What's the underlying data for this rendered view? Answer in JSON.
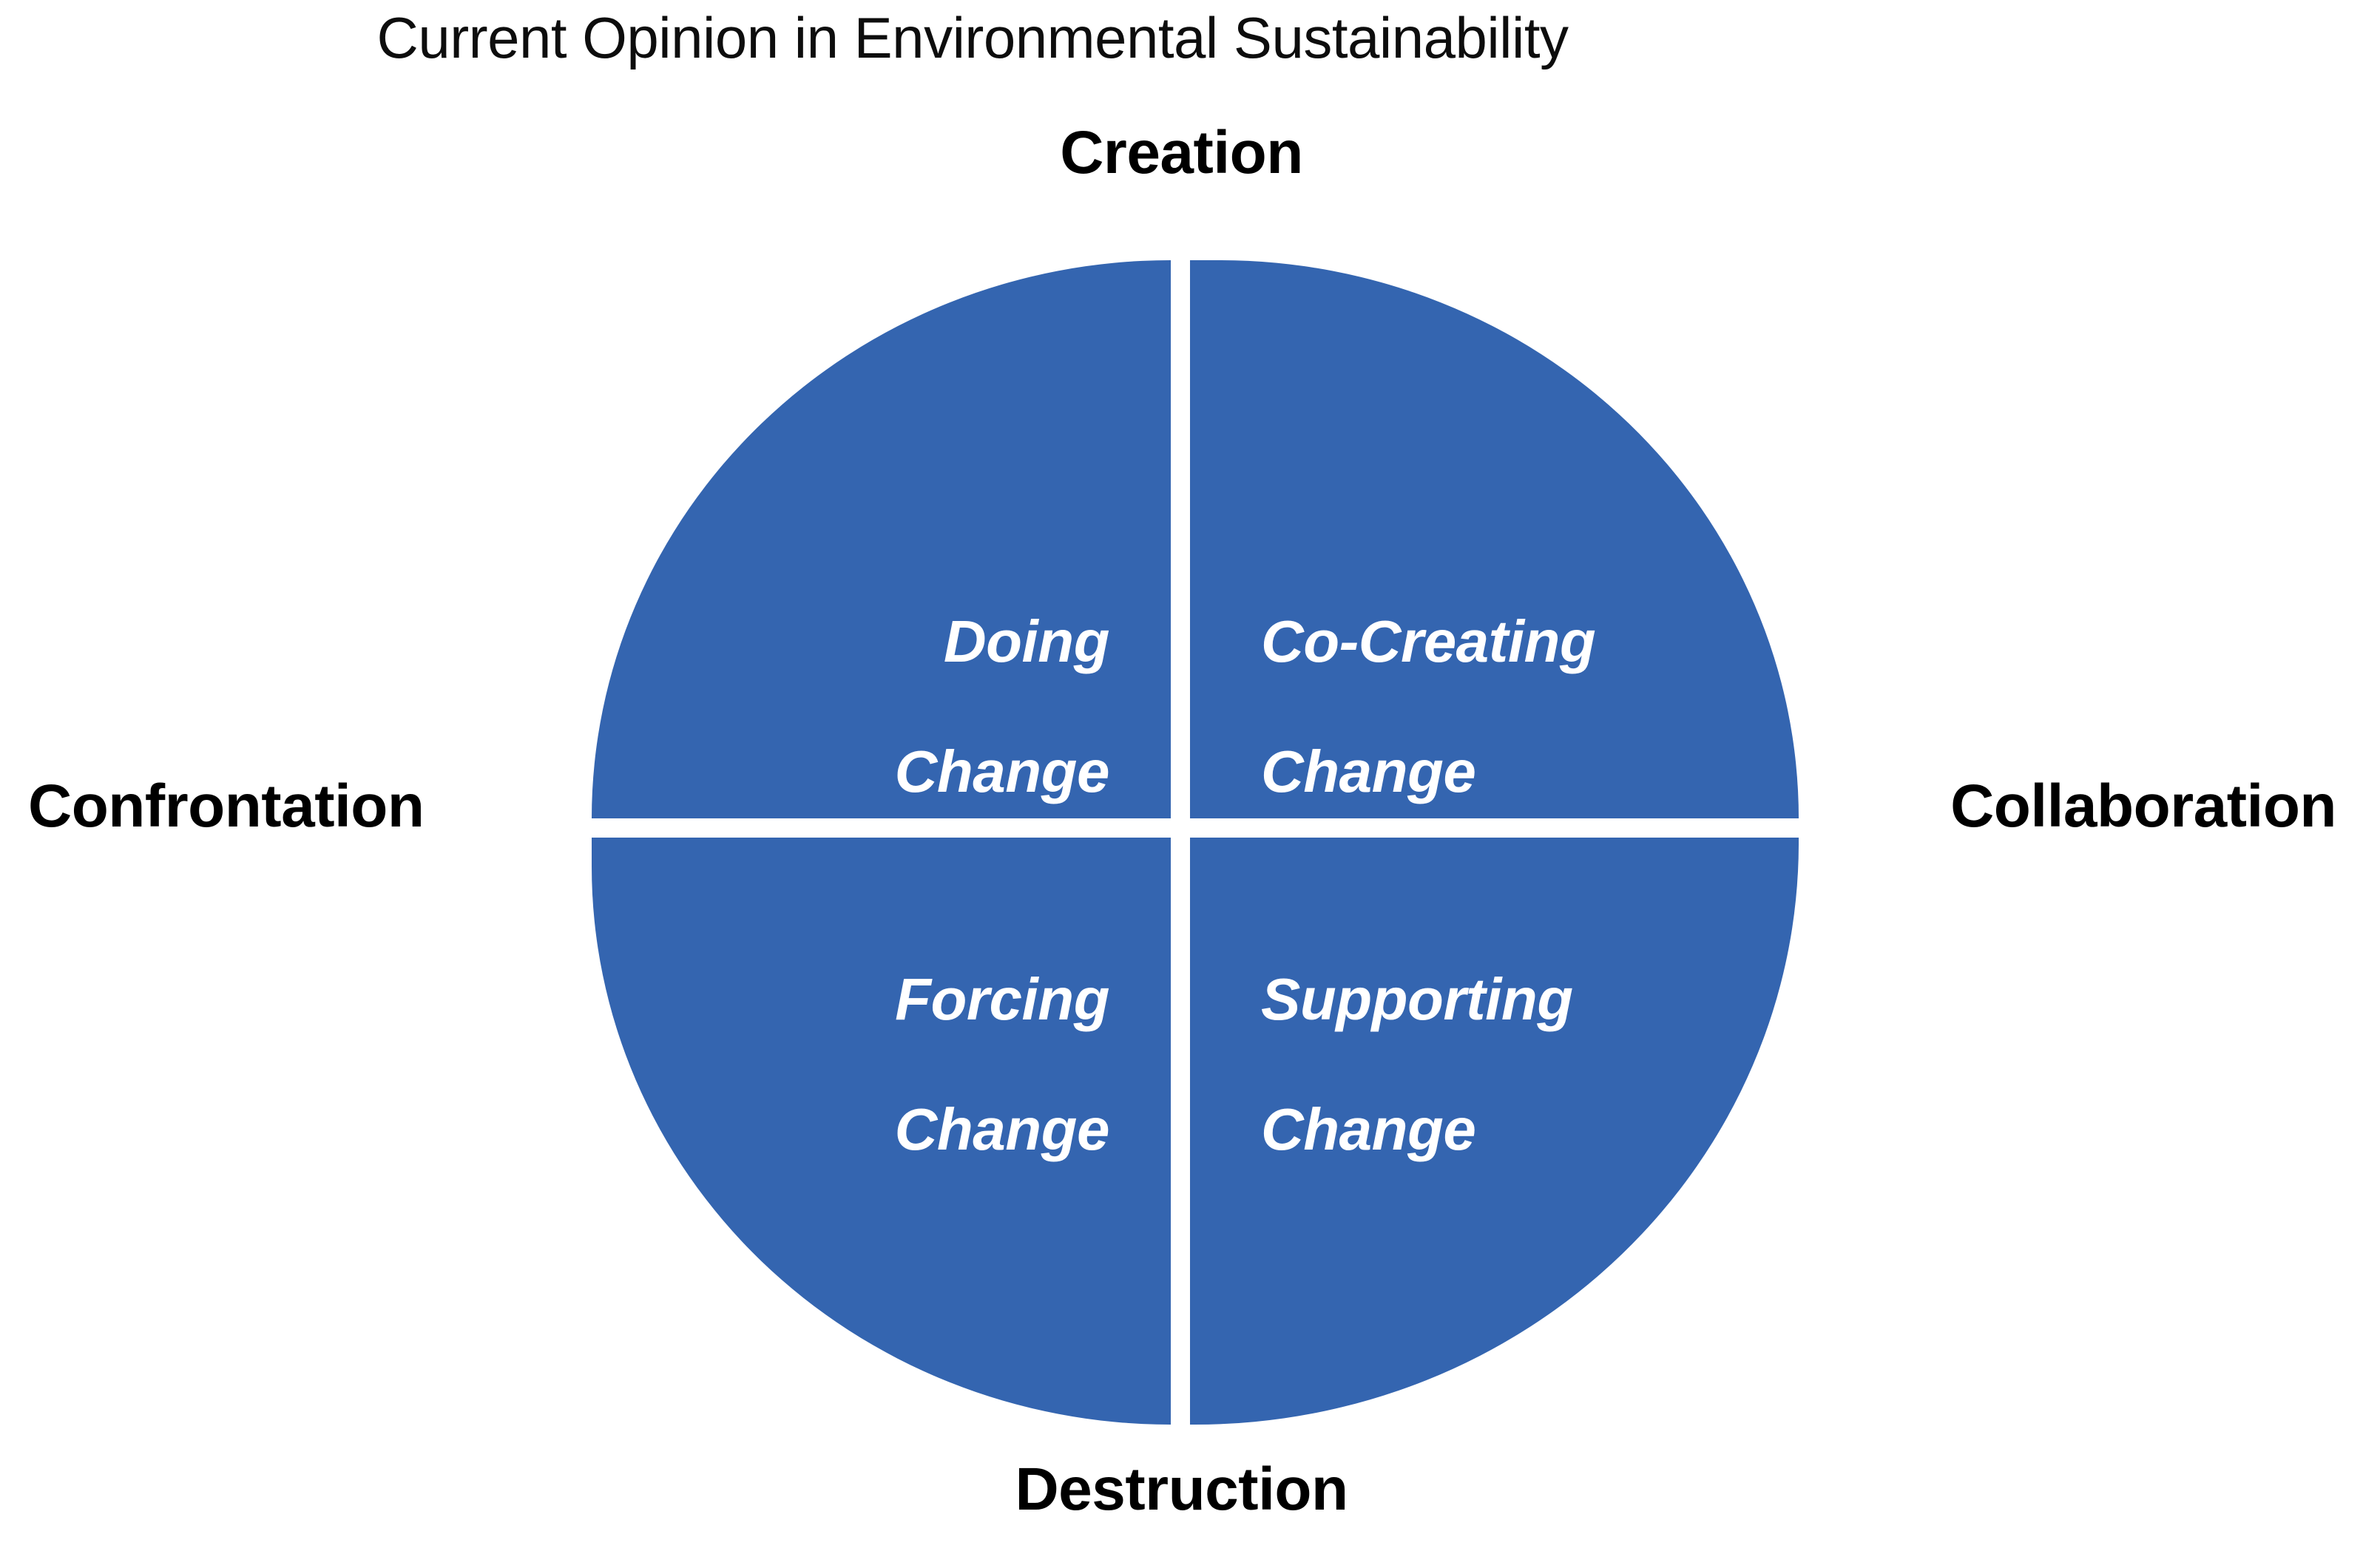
{
  "figure": {
    "journal_title": "Current Opinion in Environmental Sustainability",
    "background_color": "#ffffff",
    "text_color": "#000000"
  },
  "chart_data": {
    "type": "scatter",
    "chart_kind": "2x2-quadrant-circle-matrix",
    "title": "Current Opinion in Environmental Sustainability",
    "xlabel": "",
    "ylabel": "",
    "grid": false,
    "legend": false,
    "axes": {
      "vertical": {
        "top_pole": "Creation",
        "bottom_pole": "Destruction"
      },
      "horizontal": {
        "left_pole": "Confrontation",
        "right_pole": "Collaboration"
      }
    },
    "quadrants": [
      {
        "position": "top-left",
        "label": "Doing Change",
        "line1": "Doing",
        "line2": "Change",
        "x_pole": "Confrontation",
        "y_pole": "Creation",
        "fill_color": "#3465b0",
        "text_color": "#ffffff"
      },
      {
        "position": "top-right",
        "label": "Co-Creating Change",
        "line1": "Co-Creating",
        "line2": "Change",
        "x_pole": "Collaboration",
        "y_pole": "Creation",
        "fill_color": "#3465b0",
        "text_color": "#ffffff"
      },
      {
        "position": "bottom-left",
        "label": "Forcing Change",
        "line1": "Forcing",
        "line2": "Change",
        "x_pole": "Confrontation",
        "y_pole": "Destruction",
        "fill_color": "#3465b0",
        "text_color": "#ffffff"
      },
      {
        "position": "bottom-right",
        "label": "Supporting Change",
        "line1": "Supporting",
        "line2": "Change",
        "x_pole": "Collaboration",
        "y_pole": "Destruction",
        "fill_color": "#3465b0",
        "text_color": "#ffffff"
      }
    ],
    "colors": {
      "quadrant_fill": "#3465b0",
      "divider": "#ffffff",
      "label_text": "#ffffff",
      "axis_text": "#000000"
    }
  },
  "labels": {
    "top": "Creation",
    "bottom": "Destruction",
    "left": "Confrontation",
    "right": "Collaboration",
    "tl_line1": "Doing",
    "tl_line2": "Change",
    "tr_line1": "Co-Creating",
    "tr_line2": "Change",
    "bl_line1": "Forcing",
    "bl_line2": "Change",
    "br_line1": "Supporting",
    "br_line2": "Change"
  }
}
